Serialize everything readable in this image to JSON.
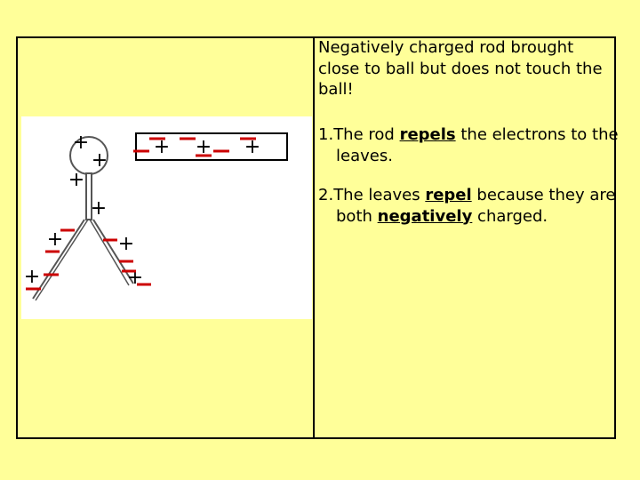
{
  "slide": {
    "intro": "Negatively charged rod brought close to ball but does not touch the ball!",
    "points": [
      {
        "number": "1.",
        "before": "The rod ",
        "keyword": "repels",
        "after": " the electrons to the leaves."
      },
      {
        "number": "2.",
        "before": "The leaves ",
        "keyword": "repel",
        "middle": " because they are both ",
        "keyword2": "negatively",
        "after": " charged."
      }
    ]
  },
  "diagram": {
    "positive_symbol": "+",
    "negative_symbol": "−",
    "positive_color": "#000000",
    "negative_color": "#cc0000",
    "rod_border_color": "#000000",
    "electroscope_color": "#555555"
  }
}
